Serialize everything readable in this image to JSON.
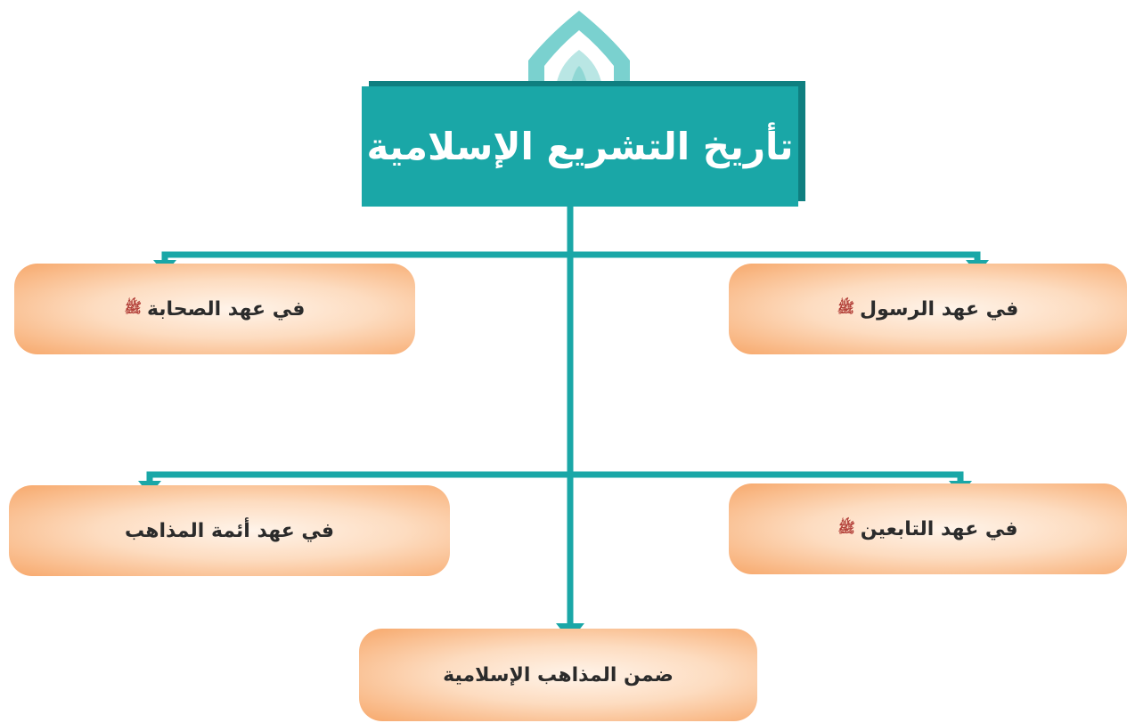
{
  "title": "تأريخ التشريع الإسلامية",
  "nodes": {
    "rasul": {
      "label": "في عهد الرسول",
      "honorific": "ﷺ"
    },
    "sahaba": {
      "label": "في عهد الصحابة",
      "honorific": "ﷺ"
    },
    "tabiin": {
      "label": "في عهد التابعين",
      "honorific": "ﷺ"
    },
    "aimma": {
      "label": "في عهد أئمة المذاهب"
    },
    "madhahib": {
      "label": "ضمن المذاهب الإسلامية"
    }
  },
  "colors": {
    "connector": "#1aa7a7",
    "title_bg": "#1aa7a7",
    "title_shadow": "#0f7f80",
    "node_outer": "#f7a86b",
    "node_inner": "#fff4ea",
    "honorific": "#b3413a"
  }
}
